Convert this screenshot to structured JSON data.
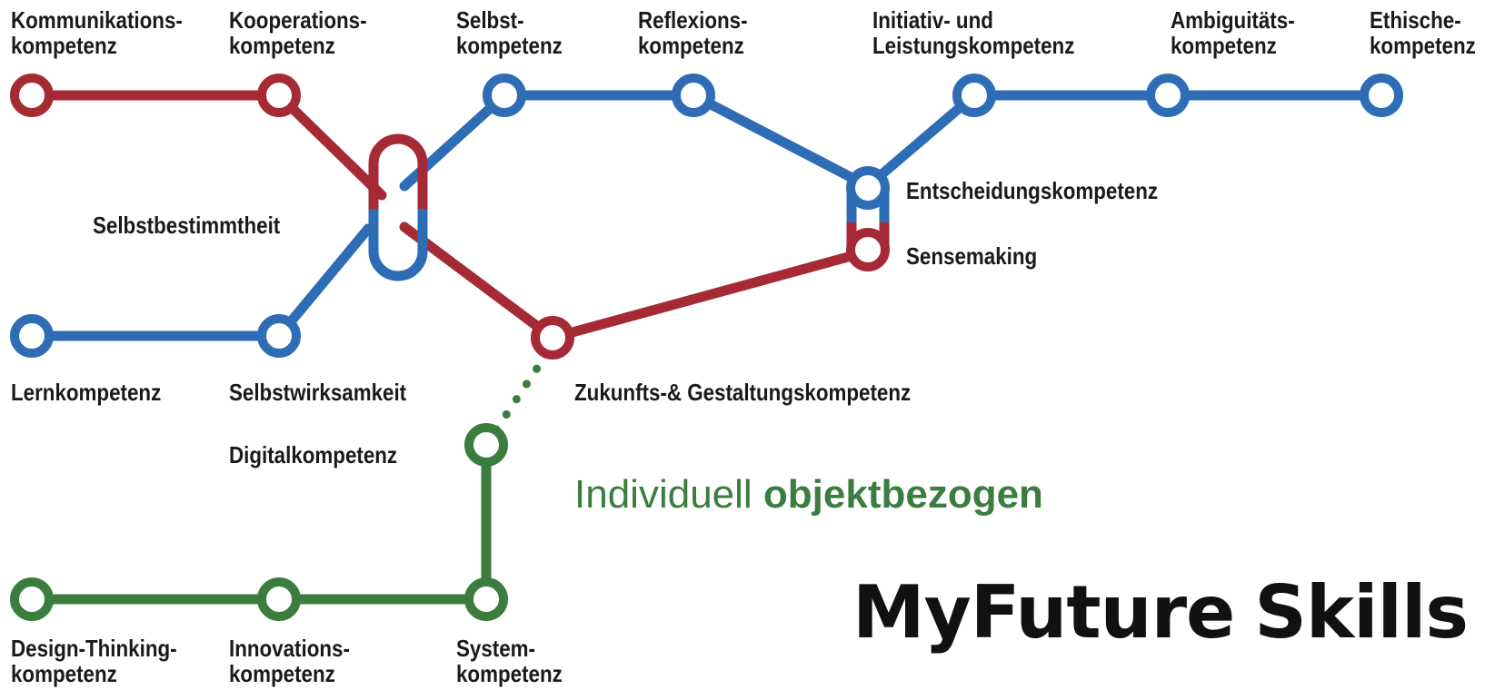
{
  "colors": {
    "red": "#a62a35",
    "blue": "#2e6db5",
    "green": "#3a7d3f"
  },
  "stations": {
    "kommunikation": [
      "Kommunikations-",
      "kompetenz"
    ],
    "kooperation": [
      "Kooperations-",
      "kompetenz"
    ],
    "selbst": [
      "Selbst-",
      "kompetenz"
    ],
    "reflexion": [
      "Reflexions-",
      "kompetenz"
    ],
    "initiativ": [
      "Initiativ- und",
      "Leistungskompetenz"
    ],
    "ambiguitaet": [
      "Ambiguitäts-",
      "kompetenz"
    ],
    "ethisch": [
      "Ethische-",
      "kompetenz"
    ],
    "selbstbestimmtheit": "Selbstbestimmtheit",
    "entscheidung": "Entscheidungskompetenz",
    "sensemaking": "Sensemaking",
    "lern": "Lernkompetenz",
    "selbstwirksamkeit": "Selbstwirksamkeit",
    "zukunft": "Zukunfts-& Gestaltungskompetenz",
    "digital": "Digitalkompetenz",
    "design": [
      "Design-Thinking-",
      "kompetenz"
    ],
    "innovation": [
      "Innovations-",
      "kompetenz"
    ],
    "system": [
      "System-",
      "kompetenz"
    ]
  },
  "legend": {
    "regular": "Individuell",
    "bold": "objektbezogen"
  },
  "brand": {
    "word1": "MyFuture",
    "word2": "Skills"
  }
}
